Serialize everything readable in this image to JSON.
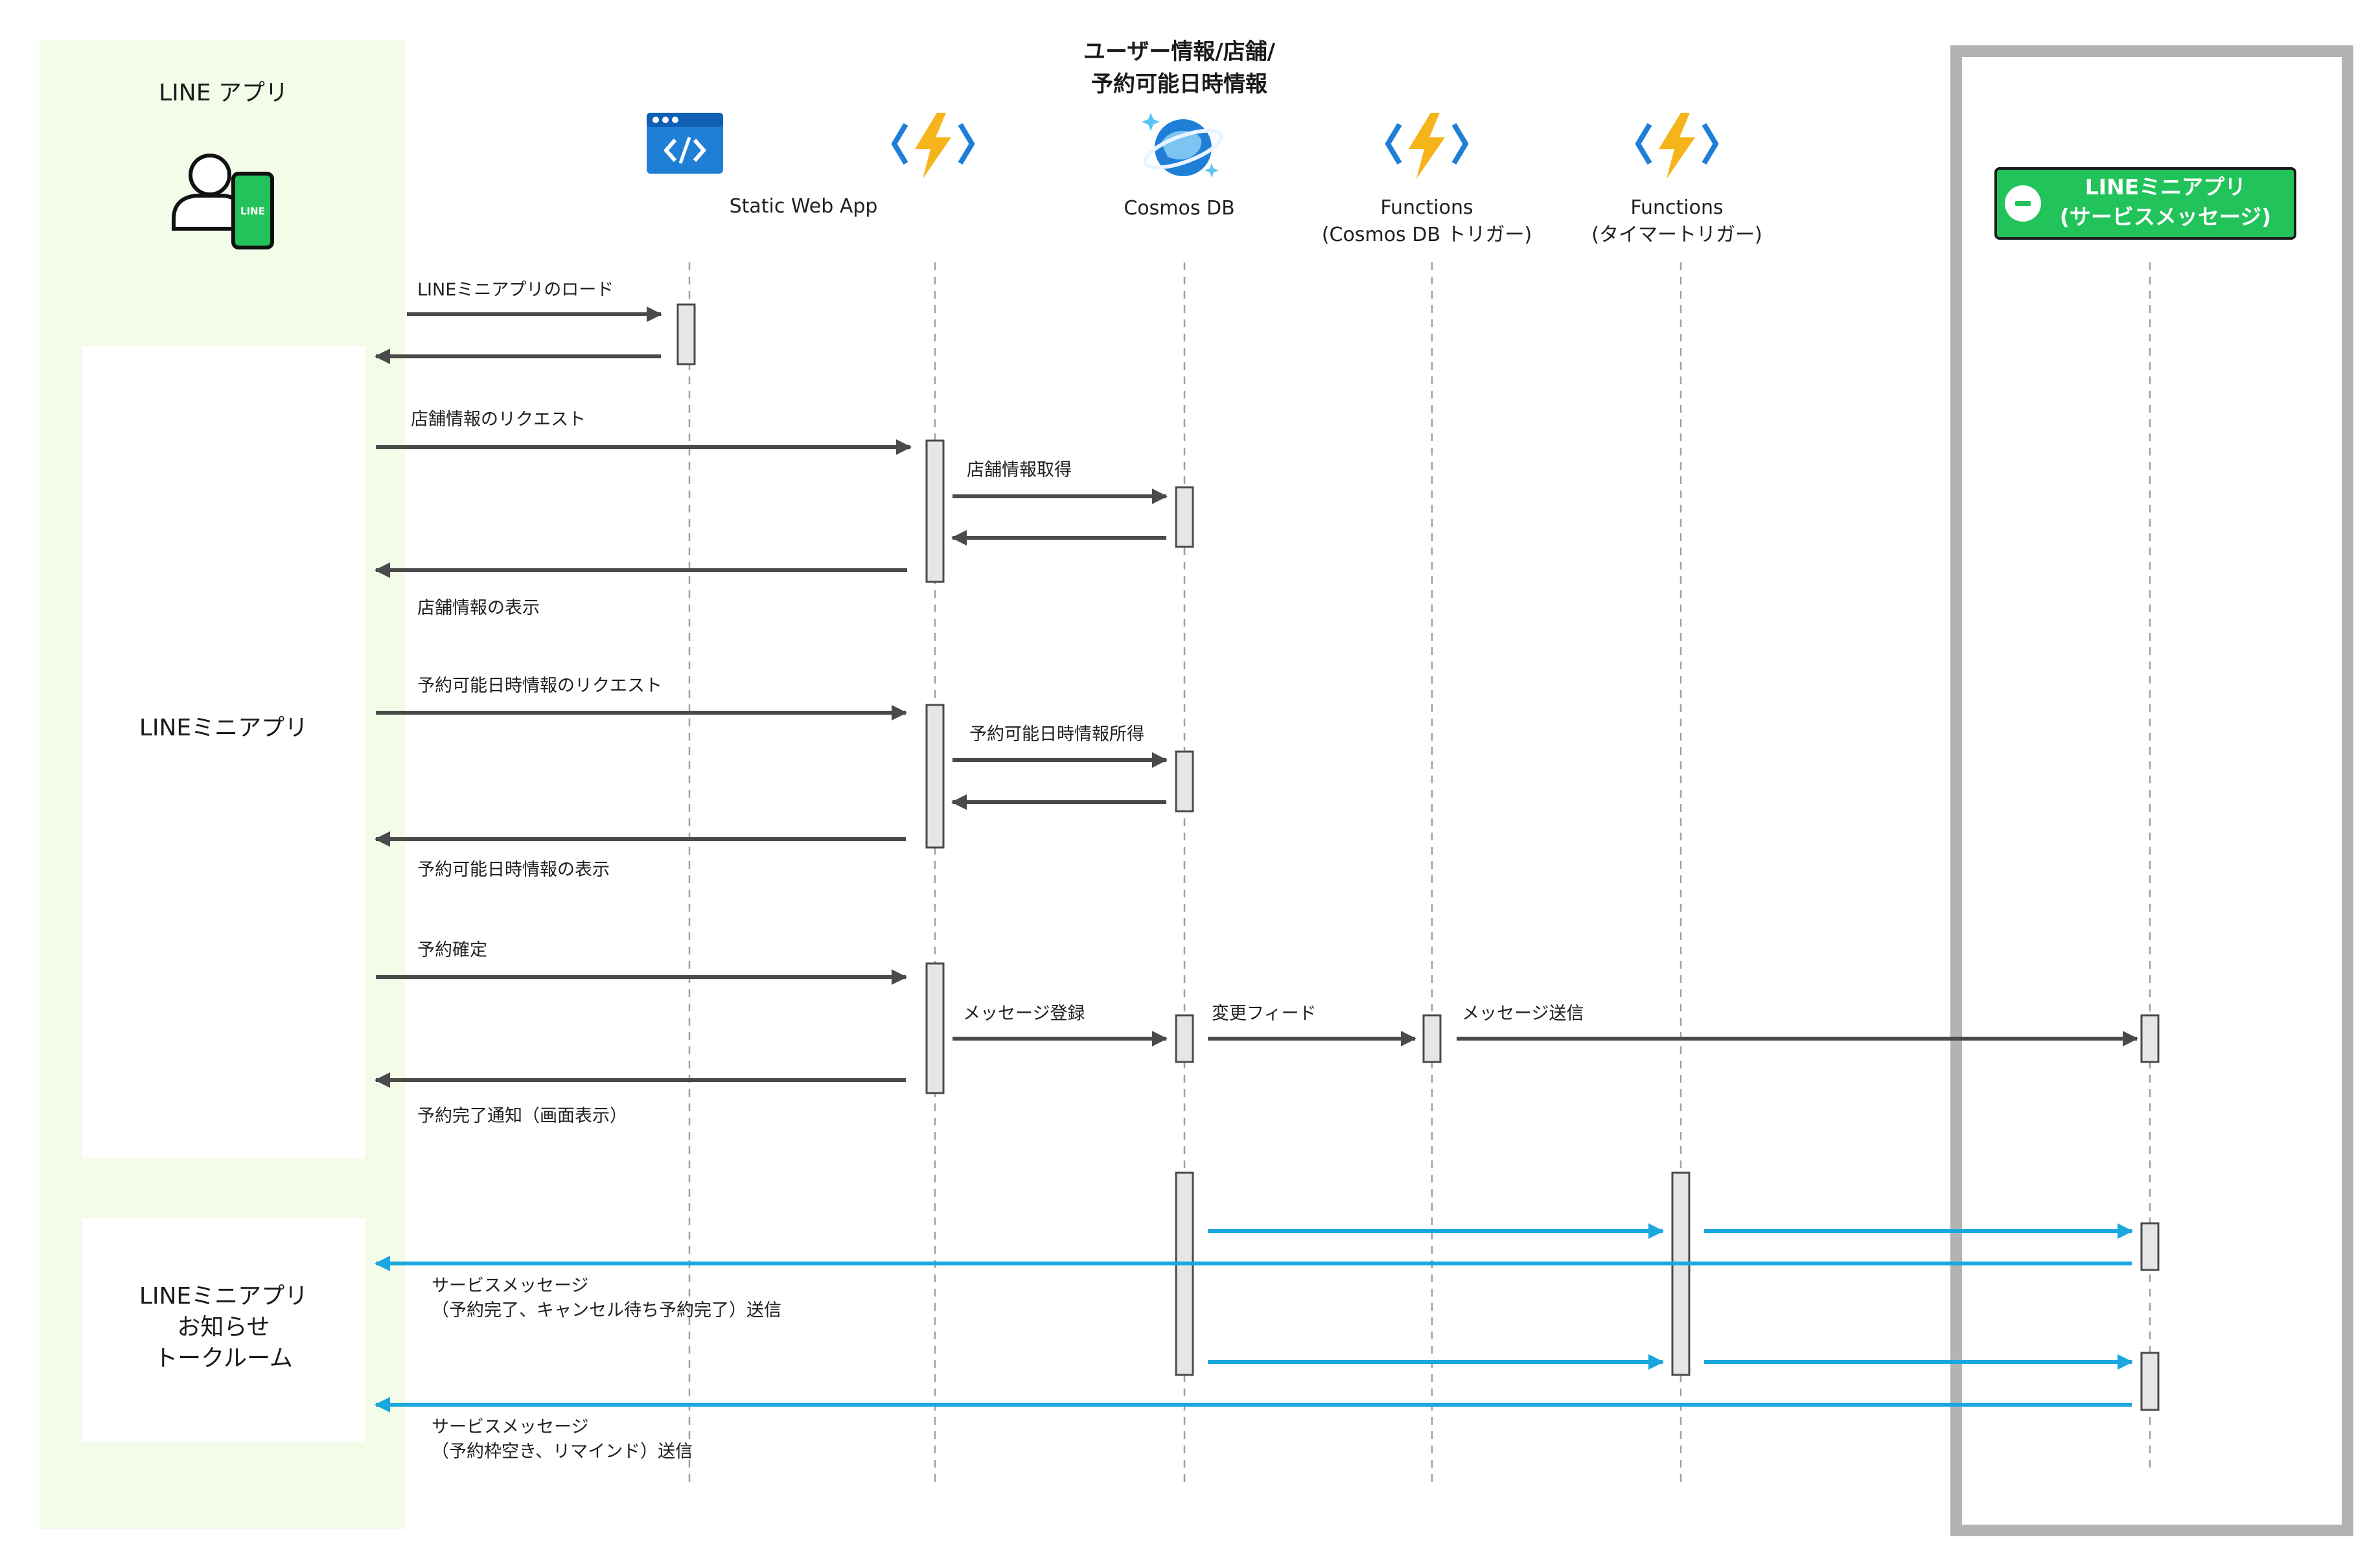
{
  "lanes": {
    "line_app_title": "LINE アプリ",
    "mini_app_label": "LINEミニアプリ",
    "notification_label": [
      "LINEミニアプリ",
      "お知らせ",
      "トークルーム"
    ]
  },
  "participants": {
    "static_web_app": "Static Web App",
    "db_group_title": [
      "ユーザー情報/店舗/",
      "予約可能日時情報"
    ],
    "cosmos_db": "Cosmos DB",
    "functions_cosmos": [
      "Functions",
      "(Cosmos DB トリガー)"
    ],
    "functions_timer": [
      "Functions",
      "(タイマートリガー)"
    ],
    "line_mini_app_service": [
      "LINEミニアプリ",
      "(サービスメッセージ)"
    ],
    "phone_badge": "LINE"
  },
  "messages": {
    "load": "LINEミニアプリのロード",
    "store_request": "店舗情報のリクエスト",
    "store_fetch": "店舗情報取得",
    "store_display": "店舗情報の表示",
    "avail_request": "予約可能日時情報のリクエスト",
    "avail_fetch": "予約可能日時情報所得",
    "avail_display": "予約可能日時情報の表示",
    "reserve_confirm": "予約確定",
    "msg_register": "メッセージ登録",
    "change_feed": "変更フィード",
    "msg_send": "メッセージ送信",
    "reserve_done": "予約完了通知（画面表示）",
    "service_msg_1": [
      "サービスメッセージ",
      "（予約完了、キャンセル待ち予約完了）送信"
    ],
    "service_msg_2": [
      "サービスメッセージ",
      "（予約枠空き、リマインド）送信"
    ]
  },
  "colors": {
    "panel_green": "#f3fbe9",
    "arrow_dark": "#4a4a4a",
    "arrow_blue": "#1aa7e0",
    "line_green": "#21c35a",
    "activation_fill": "#e6e6e6",
    "border_gray": "#b3b3b3",
    "azure_blue": "#1f7fd6",
    "functions_yellow": "#f5b51a"
  },
  "icons": [
    "person-with-phone-icon",
    "static-web-app-icon",
    "functions-icon",
    "cosmos-db-icon",
    "line-logo-icon"
  ]
}
